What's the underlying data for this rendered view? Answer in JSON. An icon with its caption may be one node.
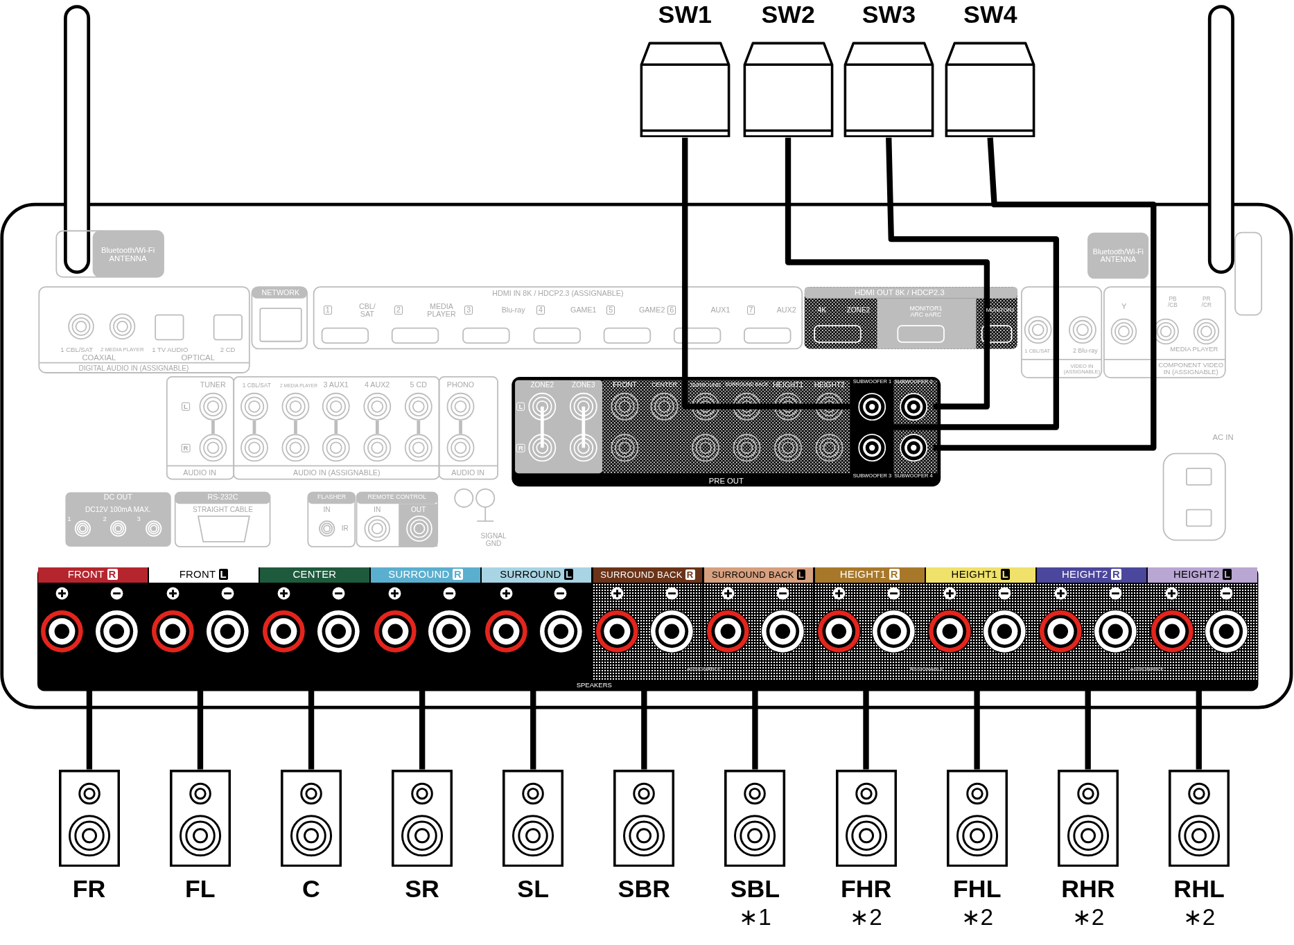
{
  "diagram": {
    "nodes": [
      {
        "text": [
          "SW1"
        ]
      },
      {
        "text": [
          "SW2"
        ]
      },
      {
        "text": [
          "SW3"
        ]
      },
      {
        "text": [
          "SW4"
        ]
      },
      {
        "text": [
          "SUBWOOFER 1"
        ]
      },
      {
        "text": [
          "SUBWOOFER 2"
        ]
      },
      {
        "text": [
          "SUBWOOFER 3"
        ]
      },
      {
        "text": [
          "SUBWOOFER 4"
        ]
      },
      {
        "text": [
          "FRONT R"
        ]
      },
      {
        "text": [
          "FRONT L"
        ]
      },
      {
        "text": [
          "CENTER"
        ]
      },
      {
        "text": [
          "SURROUND R"
        ]
      },
      {
        "text": [
          "SURROUND L"
        ]
      },
      {
        "text": [
          "SURROUND BACK R"
        ]
      },
      {
        "text": [
          "SURROUND BACK L"
        ]
      },
      {
        "text": [
          "HEIGHT1 R"
        ]
      },
      {
        "text": [
          "HEIGHT1 L"
        ]
      },
      {
        "text": [
          "HEIGHT2 R"
        ]
      },
      {
        "text": [
          "HEIGHT2 L"
        ]
      },
      {
        "text": [
          "FR"
        ]
      },
      {
        "text": [
          "FL"
        ]
      },
      {
        "text": [
          "C"
        ]
      },
      {
        "text": [
          "SR"
        ]
      },
      {
        "text": [
          "SL"
        ]
      },
      {
        "text": [
          "SBR"
        ]
      },
      {
        "text": [
          "SBL"
        ],
        "beside": [
          "∗1"
        ]
      },
      {
        "text": [
          "FHR"
        ],
        "beside": [
          "∗2"
        ]
      },
      {
        "text": [
          "FHL"
        ],
        "beside": [
          "∗2"
        ]
      },
      {
        "text": [
          "RHR"
        ],
        "beside": [
          "∗2"
        ]
      },
      {
        "text": [
          "RHL"
        ],
        "beside": [
          "∗2"
        ]
      }
    ],
    "edges": [
      {
        "from": 0,
        "to": 4,
        "arrow": "none"
      },
      {
        "from": 1,
        "to": 5,
        "arrow": "none"
      },
      {
        "from": 2,
        "to": 6,
        "arrow": "none"
      },
      {
        "from": 3,
        "to": 7,
        "arrow": "none"
      },
      {
        "from": 8,
        "to": 19,
        "arrow": "none"
      },
      {
        "from": 9,
        "to": 20,
        "arrow": "none"
      },
      {
        "from": 10,
        "to": 21,
        "arrow": "none"
      },
      {
        "from": 11,
        "to": 22,
        "arrow": "none"
      },
      {
        "from": 12,
        "to": 23,
        "arrow": "none"
      },
      {
        "from": 13,
        "to": 24,
        "arrow": "none"
      },
      {
        "from": 14,
        "to": 25,
        "arrow": "none"
      },
      {
        "from": 15,
        "to": 26,
        "arrow": "none"
      },
      {
        "from": 16,
        "to": 27,
        "arrow": "none"
      },
      {
        "from": 17,
        "to": 28,
        "arrow": "none"
      },
      {
        "from": 18,
        "to": 29,
        "arrow": "none"
      }
    ],
    "labels": [
      "Bluetooth/Wi-Fi ANTENNA",
      "NETWORK",
      "HDMI IN 8K / HDCP2.3 (ASSIGNABLE)",
      "1",
      "CBL/ SAT",
      "2",
      "MEDIA PLAYER",
      "3",
      "Blu-ray",
      "4",
      "GAME1",
      "5",
      "GAME2",
      "6",
      "AUX1",
      "7",
      "AUX2",
      "HDMI OUT 8K / HDCP2.3",
      "4K",
      "ZONE2",
      "MONITOR1 ARC eARC",
      "MONITOR2",
      "1 CBL/SAT",
      "2 MEDIA PLAYER",
      "1 TV AUDIO",
      "2 CD",
      "COAXIAL",
      "OPTICAL",
      "DIGITAL AUDIO IN (ASSIGNABLE)",
      "Bluetooth/Wi-Fi ANTENNA",
      "1 CBL/SAT",
      "2 Blu-ray",
      "VIDEO IN (ASSIGNABLE)",
      "Y",
      "PB /CB",
      "PR /CR",
      "MEDIA PLAYER",
      "COMPONENT VIDEO IN (ASSIGNABLE)",
      "TUNER",
      "L",
      "R",
      "1 CBL/SAT",
      "2 MEDIA PLAYER",
      "3 AUX1",
      "4 AUX2",
      "5 CD",
      "PHONO",
      "AUDIO IN",
      "AUDIO IN (ASSIGNABLE)",
      "AUDIO IN",
      "ZONE2",
      "ZONE3",
      "L",
      "R",
      "FRONT",
      "CENTER",
      "SURROUND",
      "SURROUND BACK",
      "HEIGHT1",
      "HEIGHT2",
      "PRE OUT",
      "DC OUT",
      "DC12V 100mA MAX.",
      "1",
      "2",
      "3",
      "RS-232C",
      "STRAIGHT CABLE",
      "FLASHER",
      "IN",
      "IR",
      "REMOTE CONTROL",
      "IN",
      "OUT",
      "SIGNAL GND",
      "AC IN",
      "SPEAKERS",
      "ASSIGNABLE",
      "ASSIGNABLE",
      "ASSIGNABLE"
    ]
  }
}
